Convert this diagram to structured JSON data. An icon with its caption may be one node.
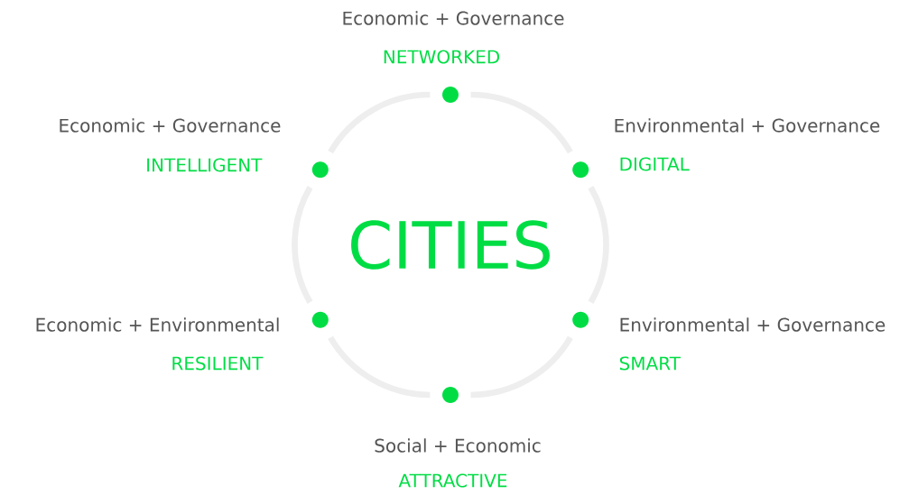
{
  "diagram": {
    "nodes": [
      {
        "text": [],
        "shape": "circle",
        "beside": [
          "Economic + Governance",
          "NETWORKED"
        ]
      },
      {
        "text": [],
        "shape": "circle",
        "beside": [
          "Economic + Governance",
          "INTELLIGENT"
        ]
      },
      {
        "text": [],
        "shape": "circle",
        "beside": [
          "Environmental + Governance",
          "DIGITAL"
        ]
      },
      {
        "text": [
          "CITIES"
        ]
      },
      {
        "text": [],
        "shape": "circle",
        "beside": [
          "Economic + Environmental",
          "RESILIENT"
        ]
      },
      {
        "text": [],
        "shape": "circle",
        "beside": [
          "Environmental + Governance",
          "SMART"
        ]
      },
      {
        "text": [],
        "shape": "circle",
        "beside": [
          "Social + Economic",
          "ATTRACTIVE"
        ]
      }
    ],
    "edges": [
      {
        "from": 0,
        "to": 2,
        "arrow": "none"
      },
      {
        "from": 2,
        "to": 5,
        "arrow": "none"
      },
      {
        "from": 5,
        "to": 6,
        "arrow": "none"
      },
      {
        "from": 6,
        "to": 4,
        "arrow": "none"
      },
      {
        "from": 4,
        "to": 1,
        "arrow": "none"
      },
      {
        "from": 1,
        "to": 0,
        "arrow": "none"
      }
    ]
  }
}
